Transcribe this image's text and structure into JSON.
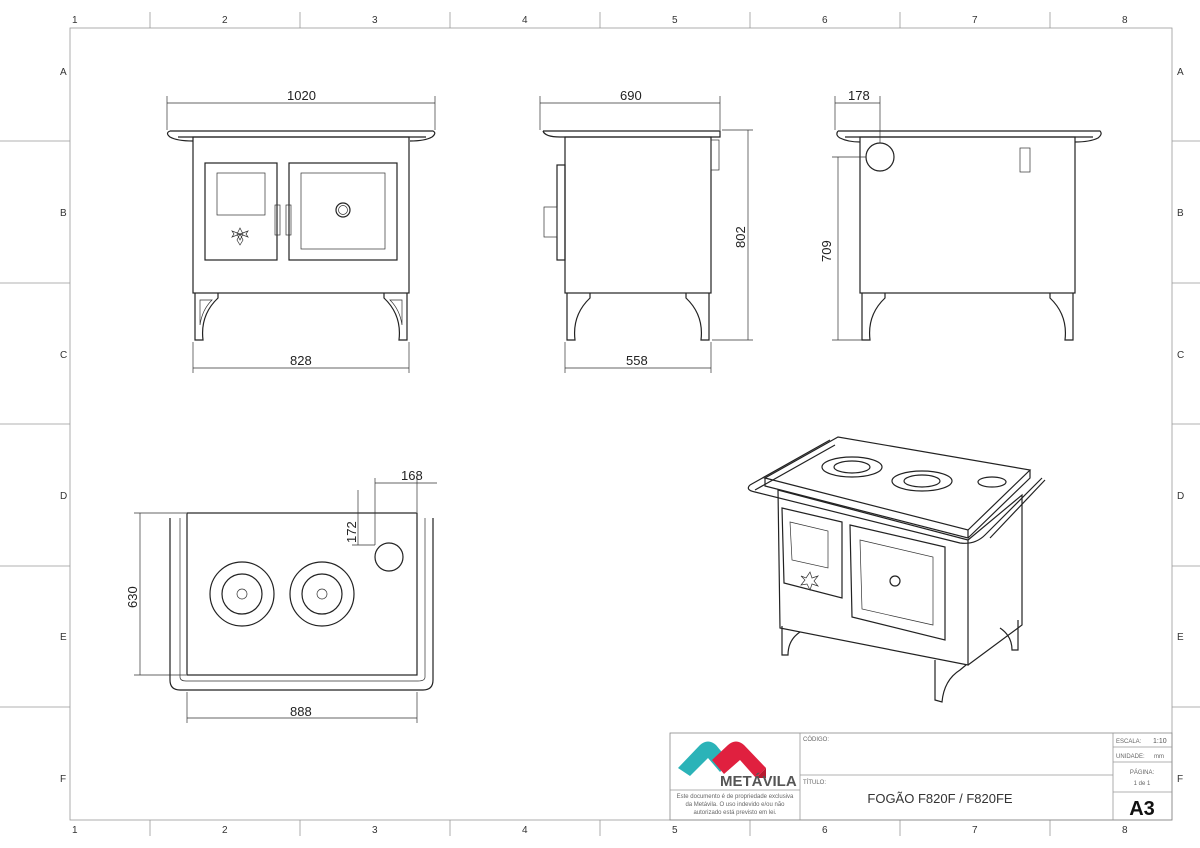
{
  "grid": {
    "columns": [
      "1",
      "2",
      "3",
      "4",
      "5",
      "6",
      "7",
      "8"
    ],
    "rows": [
      "A",
      "B",
      "C",
      "D",
      "E",
      "F"
    ]
  },
  "views": {
    "front": {
      "top_width": "1020",
      "body_width": "828"
    },
    "side": {
      "top_depth": "690",
      "body_depth": "558",
      "height": "802"
    },
    "back": {
      "flue_offset": "178",
      "flue_height": "709"
    },
    "top": {
      "flue_x": "168",
      "flue_y": "172",
      "depth": "630",
      "width": "888"
    }
  },
  "title_block": {
    "logo_text": "METÁVILA",
    "notice": [
      "Este documento é de propriedade exclusiva",
      "da Metávila. O uso indevido e/ou não",
      "autorizado está previsto em lei."
    ],
    "code_label": "CÓDIGO:",
    "title_label": "TÍTULO:",
    "title": "FOGÃO F820F / F820FE",
    "scale_label": "ESCALA:",
    "scale": "1:10",
    "unit_label": "UNIDADE:",
    "unit": "mm",
    "page_label": "PÁGINA:",
    "page": "1 de 1",
    "sheet_size": "A3"
  },
  "colors": {
    "logo_teal": "#2bb3b8",
    "logo_red": "#e0203f",
    "logo_text": "#555555"
  }
}
